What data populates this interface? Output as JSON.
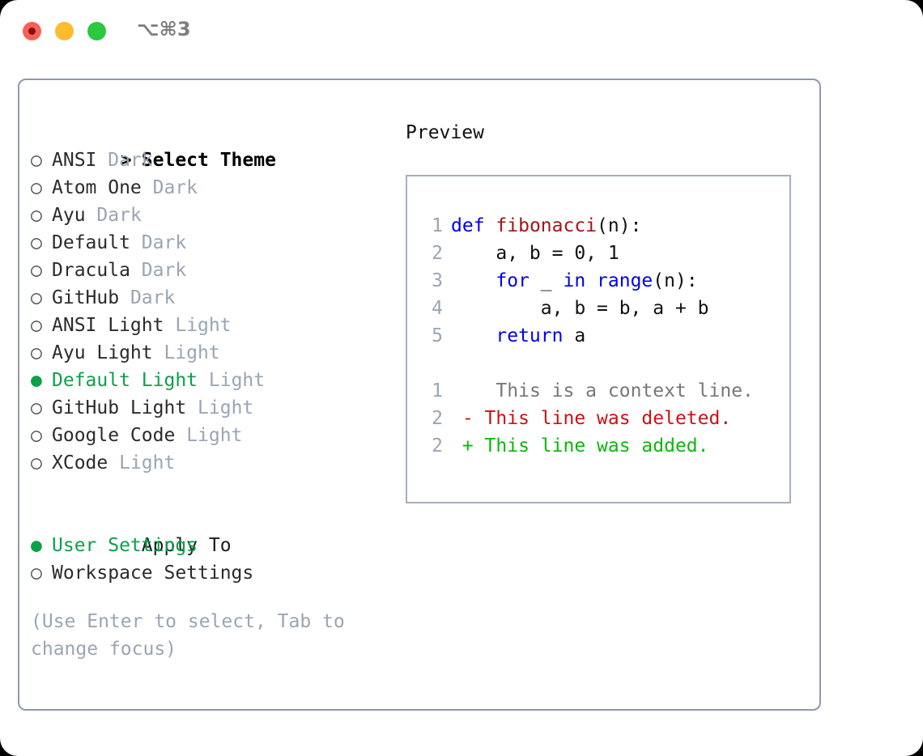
{
  "window": {
    "title": "⌥⌘3",
    "traffic_lights": [
      {
        "name": "close",
        "color": "#fb5f57"
      },
      {
        "name": "minimize",
        "color": "#fcbc2e"
      },
      {
        "name": "maximize",
        "color": "#2bc840"
      }
    ]
  },
  "theme_picker": {
    "heading_marker": ">",
    "heading": "Select Theme",
    "marker_off": "○",
    "marker_on": "●",
    "items": [
      {
        "name": "ANSI",
        "category": "Dark",
        "selected": false
      },
      {
        "name": "Atom One",
        "category": "Dark",
        "selected": false
      },
      {
        "name": "Ayu",
        "category": "Dark",
        "selected": false
      },
      {
        "name": "Default",
        "category": "Dark",
        "selected": false
      },
      {
        "name": "Dracula",
        "category": "Dark",
        "selected": false
      },
      {
        "name": "GitHub",
        "category": "Dark",
        "selected": false
      },
      {
        "name": "ANSI Light",
        "category": "Light",
        "selected": false
      },
      {
        "name": "Ayu Light",
        "category": "Light",
        "selected": false
      },
      {
        "name": "Default Light",
        "category": "Light",
        "selected": true
      },
      {
        "name": "GitHub Light",
        "category": "Light",
        "selected": false
      },
      {
        "name": "Google Code",
        "category": "Light",
        "selected": false
      },
      {
        "name": "XCode",
        "category": "Light",
        "selected": false
      }
    ]
  },
  "apply_to": {
    "title": "Apply To",
    "items": [
      {
        "name": "User Settings",
        "selected": true
      },
      {
        "name": "Workspace Settings",
        "selected": false
      }
    ]
  },
  "hint": "(Use Enter to select, Tab to change focus)",
  "preview": {
    "title": "Preview",
    "code_lines": [
      {
        "num": "1",
        "tokens": [
          {
            "t": "def",
            "c": "kw"
          },
          {
            "t": " ",
            "c": "pl"
          },
          {
            "t": "fibonacci",
            "c": "fn"
          },
          {
            "t": "(n):",
            "c": "pl"
          }
        ]
      },
      {
        "num": "2",
        "tokens": [
          {
            "t": "    a, b = 0, 1",
            "c": "pl"
          }
        ]
      },
      {
        "num": "3",
        "tokens": [
          {
            "t": "    ",
            "c": "pl"
          },
          {
            "t": "for",
            "c": "kw"
          },
          {
            "t": " _ ",
            "c": "pl"
          },
          {
            "t": "in",
            "c": "kw"
          },
          {
            "t": " ",
            "c": "pl"
          },
          {
            "t": "range",
            "c": "kw"
          },
          {
            "t": "(n):",
            "c": "pl"
          }
        ]
      },
      {
        "num": "4",
        "tokens": [
          {
            "t": "        a, b = b, a + b",
            "c": "pl"
          }
        ]
      },
      {
        "num": "5",
        "tokens": [
          {
            "t": "    ",
            "c": "pl"
          },
          {
            "t": "return",
            "c": "kw"
          },
          {
            "t": " a",
            "c": "pl"
          }
        ]
      }
    ],
    "diff_lines": [
      {
        "num": "1",
        "marker": " ",
        "text": "  This is a context line.",
        "c": "ctx"
      },
      {
        "num": "2",
        "marker": "-",
        "text": " This line was deleted.",
        "c": "del"
      },
      {
        "num": "2",
        "marker": "+",
        "text": " This line was added.",
        "c": "add"
      }
    ]
  },
  "colors": {
    "accent_green": "#0ca04a",
    "muted_gray": "#9aa5b4",
    "border": "#8e9aaa",
    "keyword_blue": "#0000ee",
    "function_red": "#a31515",
    "diff_removed": "#cc1111",
    "diff_added": "#0bb80b"
  }
}
